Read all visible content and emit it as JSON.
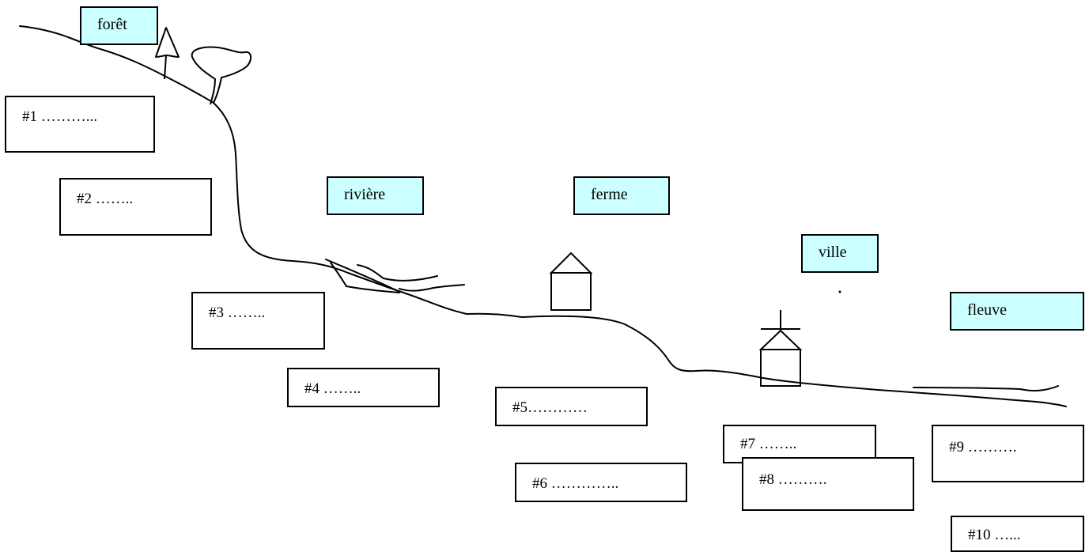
{
  "colors": {
    "label_fill": "#ccffff",
    "ink": "#000000",
    "paper": "#ffffff"
  },
  "places": {
    "foret": "forêt",
    "riviere": "rivière",
    "ferme": "ferme",
    "ville": "ville",
    "fleuve": "fleuve"
  },
  "answers": [
    "#1 ………...",
    "#2 ……..",
    "#3  ……..",
    "#4  ……..",
    "#5…………",
    "#6  …………..",
    "#7 ……..",
    "#8 ……….",
    "#9  ……….",
    "#10 …..."
  ],
  "icons": [
    "pine-tree-icon",
    "leafy-tree-icon",
    "farmhouse-icon",
    "church-icon"
  ]
}
